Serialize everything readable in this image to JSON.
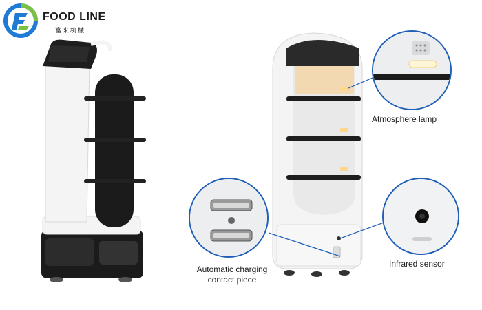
{
  "brand": {
    "name": "FOOD LINE",
    "subtitle": "富来机械",
    "logo_colors": [
      "#1f7ad6",
      "#7ac143"
    ]
  },
  "callouts": {
    "atmosphere_lamp": "Atmosphere lamp",
    "charging_line1": "Automatic charging",
    "charging_line2": "contact piece",
    "infrared_sensor": "Infrared sensor"
  },
  "colors": {
    "callout_border": "#1f5fb8",
    "robot_body": "#f4f4f4",
    "robot_dark": "#1b1b1b",
    "lamp_glow": "#f6d29a"
  }
}
